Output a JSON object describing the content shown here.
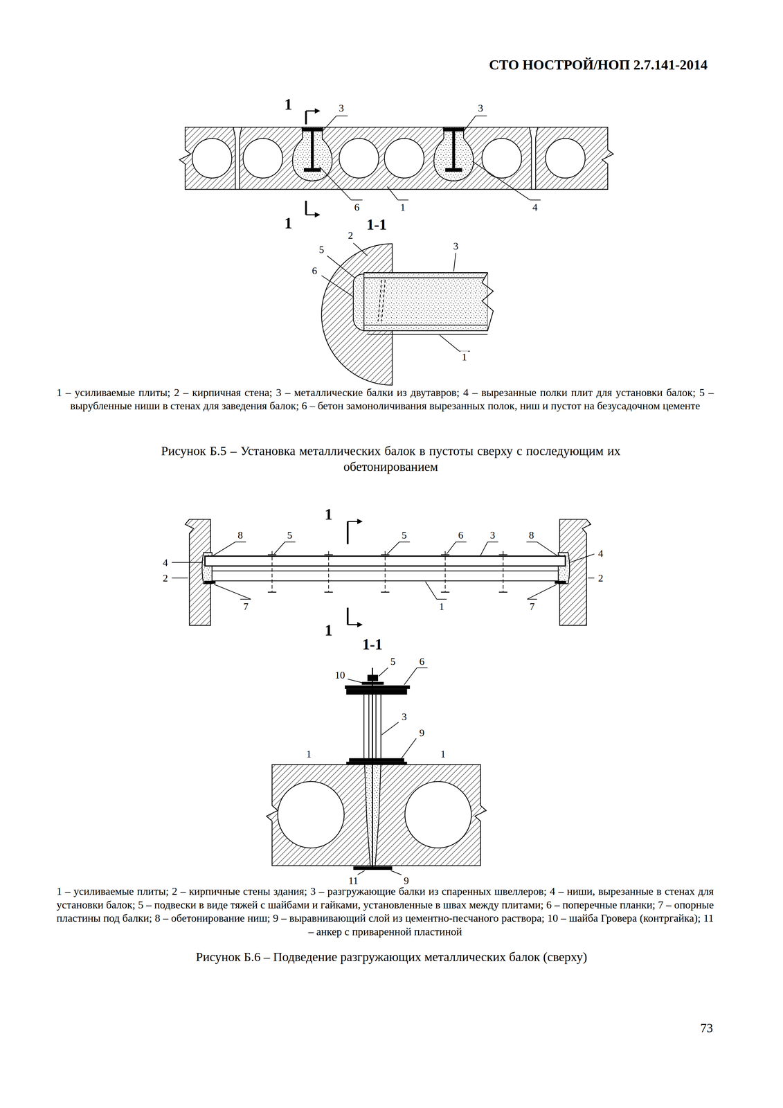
{
  "diagram": {
    "labels": [
      "СТО НОСТРОЙ/НОП 2.7.141-2014",
      "1",
      "3",
      "3",
      "6",
      "1",
      "4",
      "1",
      "1-1",
      "2",
      "5",
      "3",
      "6",
      "1",
      "1 – усиливаемые плиты; 2 – кирпичная стена; 3 – металлические балки из двутавров; 4 – вырезанные полки плит для установки балок; 5 – вырубленные ниши в стенах для заведения балок; 6 – бетон замоноличивания вырезанных полок, ниш и пустот на безусадочном цементе",
      "Рисунок Б.5 – Установка металлических балок в пустоты сверху с последующим их обетонированием",
      "1",
      "8",
      "5",
      "5",
      "6",
      "3",
      "8",
      "4",
      "2",
      "4",
      "2",
      "7",
      "1",
      "7",
      "1",
      "1-1",
      "5",
      "6",
      "10",
      "3",
      "9",
      "1",
      "1",
      "11",
      "9",
      "1 – усиливаемые плиты; 2 – кирпичные стены здания; 3 – разгружающие балки из спаренных швеллеров; 4 – ниши, вырезанные в стенах для установки балок; 5 – подвески в виде тяжей с шайбами и гайками, установленные в швах между плитами; 6 – поперечные планки; 7 – опорные пластины под балки; 8 – обетонирование ниш; 9 – выравнивающий слой из цементно-песчаного раствора; 10 – шайба Гровера (контргайка); 11 – анкер с приваренной пластиной",
      "Рисунок Б.6 – Подведение разгружающих металлических балок (сверху)",
      "73"
    ]
  }
}
